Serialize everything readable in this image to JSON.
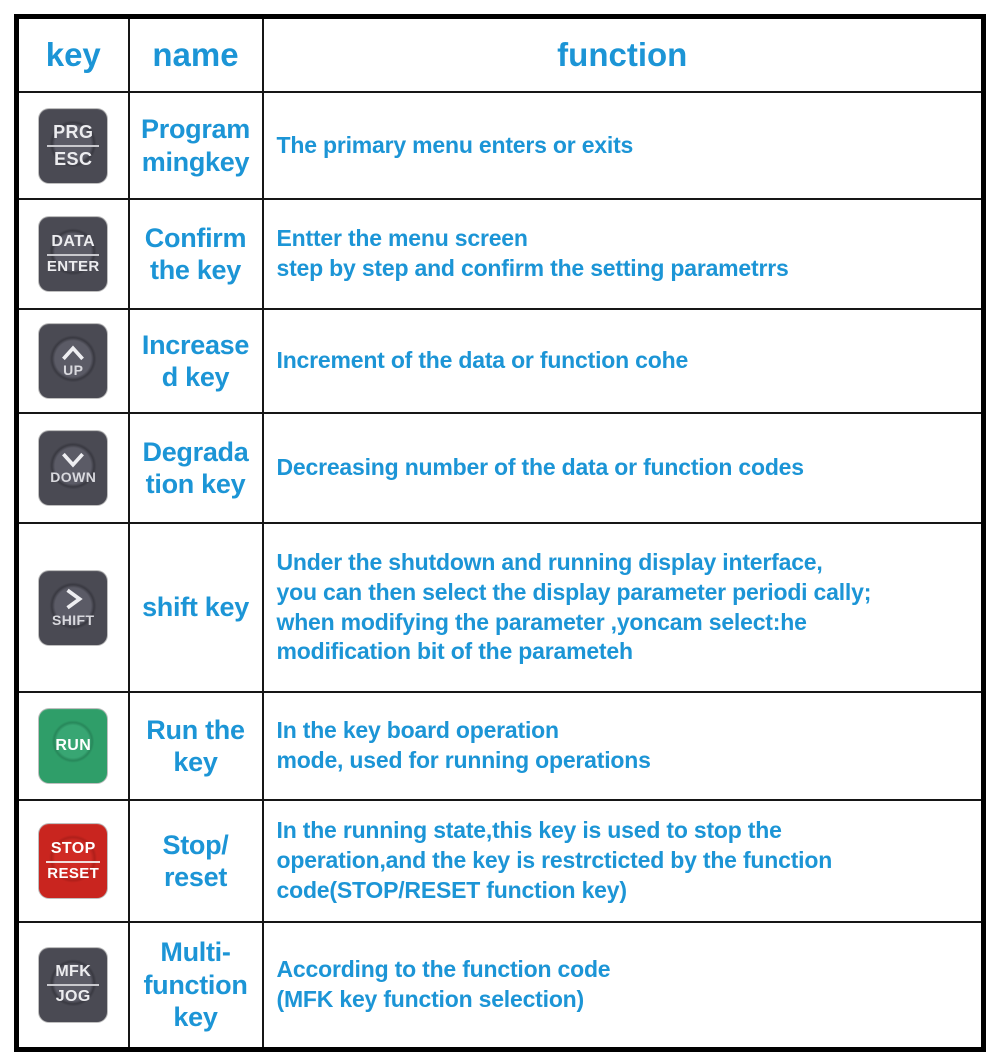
{
  "table": {
    "headers": [
      "key",
      "name",
      "function"
    ],
    "rows": [
      {
        "key": {
          "color": "dark",
          "lines": [
            "PRG",
            "ESC"
          ],
          "divider": true
        },
        "name": "Program\nmingkey",
        "function": "The primary menu enters or exits"
      },
      {
        "key": {
          "color": "dark",
          "lines": [
            "DATA",
            "ENTER"
          ],
          "divider": true
        },
        "name": "Confirm\nthe key",
        "function": "Entter the menu screen\nstep by step and confirm the setting parametrrs"
      },
      {
        "key": {
          "color": "dark",
          "lines": [
            "UP"
          ],
          "chevron": "up"
        },
        "name": "Increase\nd key",
        "function": "Increment of the data or function cohe"
      },
      {
        "key": {
          "color": "dark",
          "lines": [
            "DOWN"
          ],
          "chevron": "down"
        },
        "name": "Degrada\ntion key",
        "function": "Decreasing number of the data or function codes"
      },
      {
        "key": {
          "color": "dark",
          "lines": [
            "SHIFT"
          ],
          "chevron": "right"
        },
        "name": "shift key",
        "function": "Under the shutdown and running display interface,\nyou can then select the display parameter periodi cally;\nwhen modifying the parameter ,yoncam select:he\nmodification bit of the parameteh"
      },
      {
        "key": {
          "color": "green",
          "lines": [
            "RUN"
          ]
        },
        "name": "Run the\nkey",
        "function": "In the key board operation\nmode, used for running operations"
      },
      {
        "key": {
          "color": "red",
          "lines": [
            "STOP",
            "RESET"
          ],
          "divider": true
        },
        "name": "Stop/\nreset",
        "function": "In the running state,this key is used to stop the\noperation,and the key is restrcticted by the function\ncode(STOP/RESET function key)"
      },
      {
        "key": {
          "color": "dark",
          "lines": [
            "MFK",
            "JOG"
          ],
          "divider": true
        },
        "name": "Multi-\nfunction\nkey",
        "function": "According to the function code\n(MFK key function selection)"
      }
    ]
  },
  "colors": {
    "accent_blue": "#1c95d6",
    "key_dark": "#4a4a53",
    "key_green": "#2f9e69",
    "key_red": "#c9251f",
    "table_border": "#000000"
  }
}
